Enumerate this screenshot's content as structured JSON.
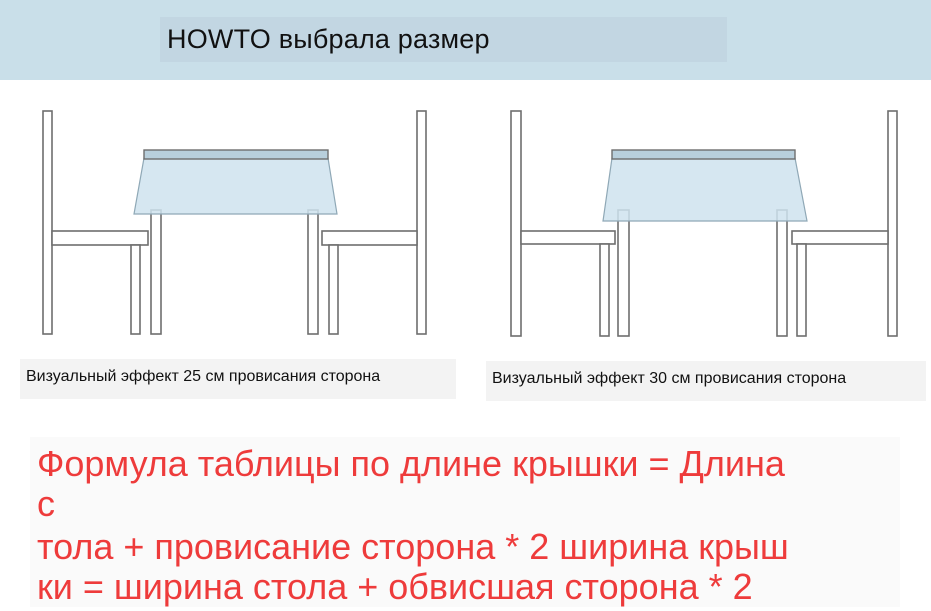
{
  "header": {
    "title": "HOWTO выбрала размер"
  },
  "illustrations": [
    {
      "caption": "Визуальный эффект 25 см провисания сторона",
      "drop_cm": 25
    },
    {
      "caption": "Визуальный эффект 30 см провисания сторона",
      "drop_cm": 30
    }
  ],
  "formula": {
    "lines": [
      "Формула таблицы по длине крышки = Длина",
      "с",
      "тола + провисание сторона * 2 ширина крыш",
      "ки = ширина стола + обвисшая сторона * 2"
    ]
  },
  "colors": {
    "header_band": "#c9dfe9",
    "tablecloth_fill": "#cfe3ee",
    "furniture_stroke": "#6e6e6e",
    "formula_text": "#ee3b3b"
  }
}
